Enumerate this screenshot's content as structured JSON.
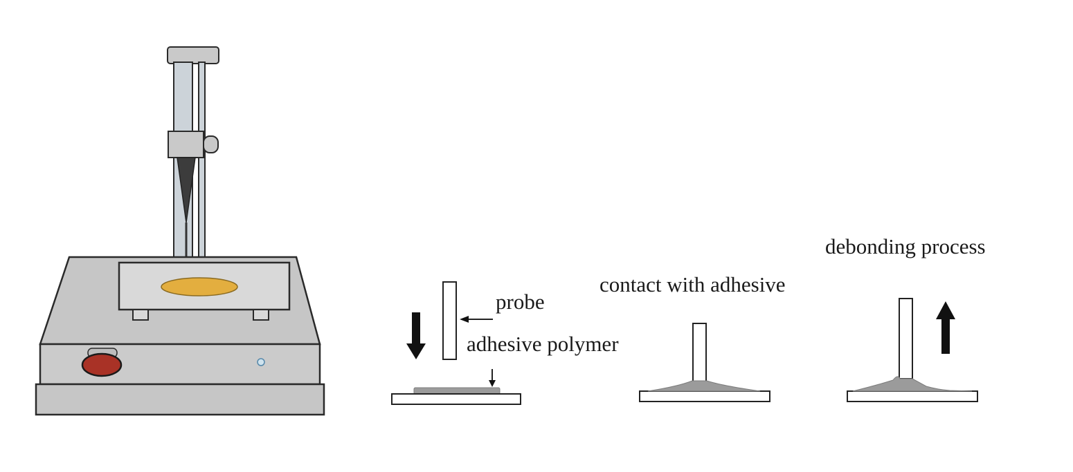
{
  "figure": {
    "panels": {
      "approach": {
        "probe_label": "probe",
        "adhesive_label": "adhesive polymer"
      },
      "contact": {
        "title": "contact with adhesive"
      },
      "debonding": {
        "title": "debonding process"
      }
    },
    "colors": {
      "machine_gray": "#c6c6c6",
      "slab_gray": "#cbcbcb",
      "stage_gray": "#d9d9d9",
      "column_gray": "#ccd3d9",
      "clamp_gray": "#c9c9c9",
      "sample_yellow": "#e3ae3f",
      "button_red": "#a93226",
      "indicator_blue": "#cfe3ee",
      "adhesive_gray": "#9b9b9b",
      "arrow_black": "#111111"
    }
  }
}
